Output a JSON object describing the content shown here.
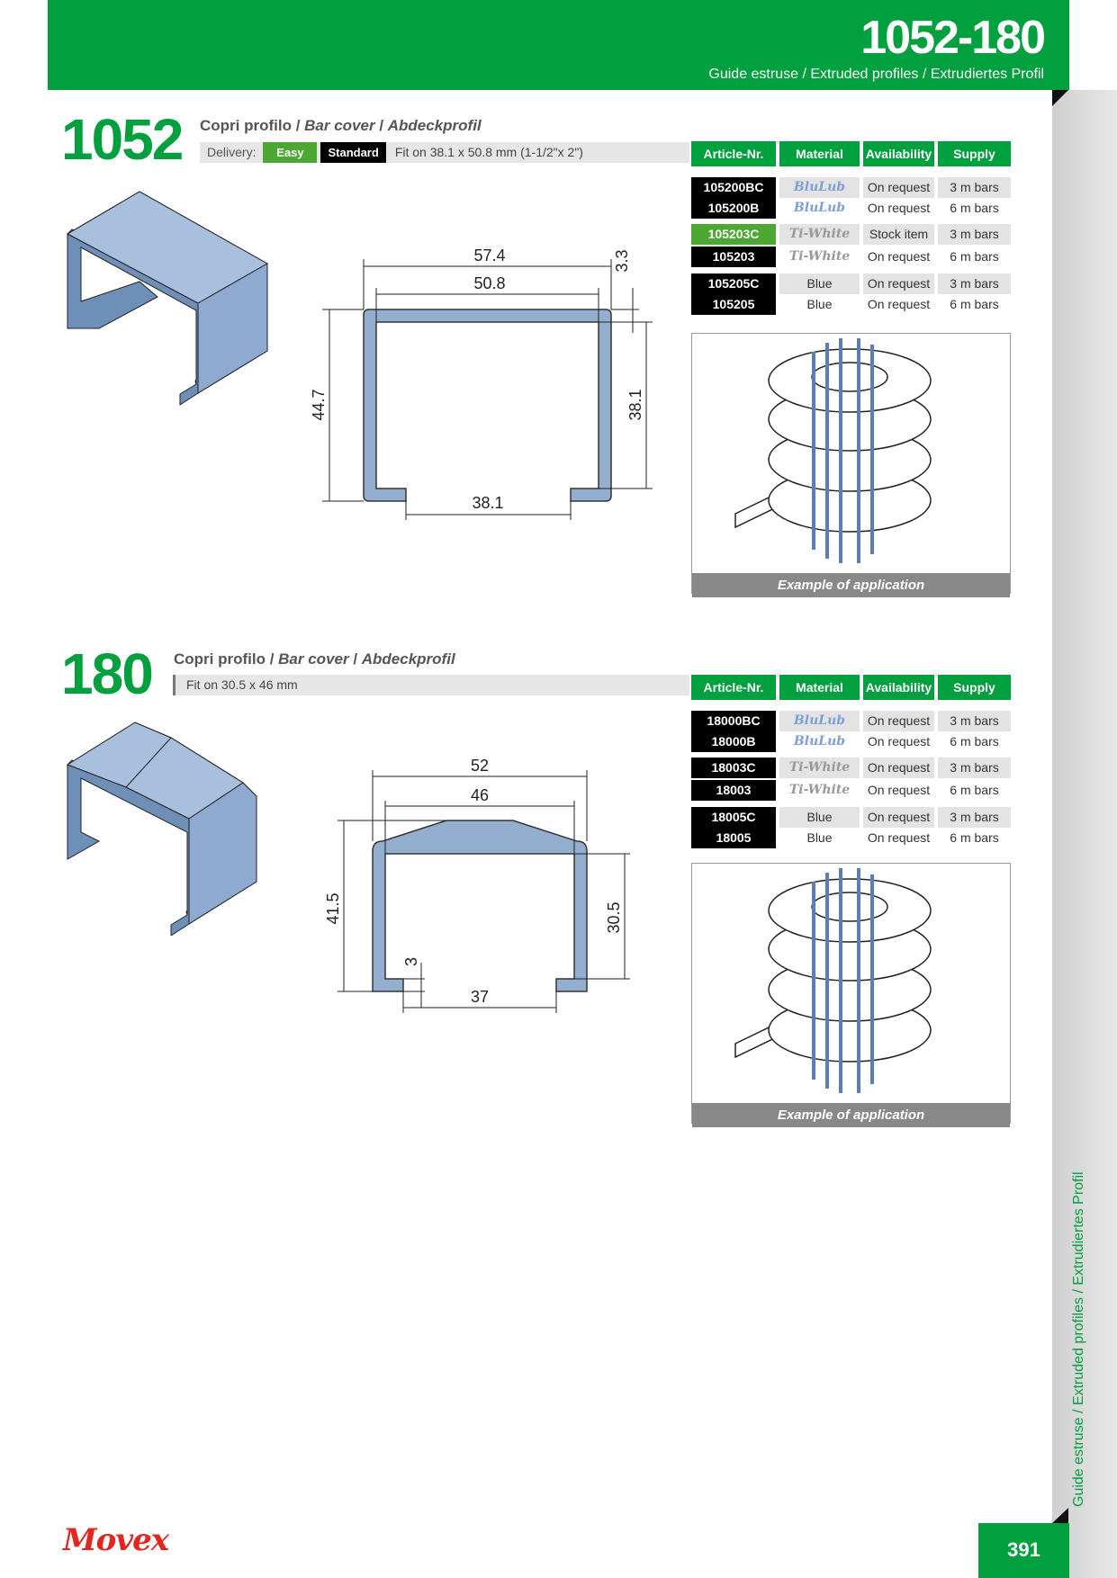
{
  "header": {
    "title": "1052-180",
    "subtitle": "Guide estruse / Extruded profiles / Extrudiertes Profil"
  },
  "side_label": "Guide estruse / Extruded profiles / Extrudiertes Profil",
  "table_headers": [
    "Article-Nr.",
    "Material",
    "Availability",
    "Supply"
  ],
  "sections": [
    {
      "number": "1052",
      "title_it": "Copri profilo",
      "title_en": "Bar cover",
      "title_de": "Abdeckprofil",
      "delivery_label": "Delivery:",
      "delivery_easy": "Easy",
      "delivery_standard": "Standard",
      "fit": "Fit on 38.1 x 50.8 mm (1-1/2\"x 2\")",
      "rows": [
        {
          "article": "105200BC",
          "material": "BluLub",
          "availability": "On request",
          "supply": "3 m bars"
        },
        {
          "article": "105200B",
          "material": "BluLub",
          "availability": "On request",
          "supply": "6 m bars"
        },
        {
          "article": "105203C",
          "material": "Ti-White",
          "availability": "Stock item",
          "supply": "3 m bars"
        },
        {
          "article": "105203",
          "material": "Ti-White",
          "availability": "On request",
          "supply": "6 m bars"
        },
        {
          "article": "105205C",
          "material": "Blue",
          "availability": "On request",
          "supply": "3 m bars"
        },
        {
          "article": "105205",
          "material": "Blue",
          "availability": "On request",
          "supply": "6 m bars"
        }
      ],
      "dims": {
        "outer_width": "57.4",
        "inner_width": "50.8",
        "height": "44.7",
        "inner_height": "38.1",
        "thickness": "3.3",
        "opening": "38.1"
      },
      "caption": "Example of application"
    },
    {
      "number": "180",
      "title_it": "Copri profilo",
      "title_en": "Bar cover",
      "title_de": "Abdeckprofil",
      "fit": "Fit on 30.5 x 46 mm",
      "rows": [
        {
          "article": "18000BC",
          "material": "BluLub",
          "availability": "On request",
          "supply": "3 m bars"
        },
        {
          "article": "18000B",
          "material": "BluLub",
          "availability": "On request",
          "supply": "6 m bars"
        },
        {
          "article": "18003C",
          "material": "Ti-White",
          "availability": "On request",
          "supply": "3 m bars"
        },
        {
          "article": "18003",
          "material": "Ti-White",
          "availability": "On request",
          "supply": "6 m bars"
        },
        {
          "article": "18005C",
          "material": "Blue",
          "availability": "On request",
          "supply": "3 m bars"
        },
        {
          "article": "18005",
          "material": "Blue",
          "availability": "On request",
          "supply": "6 m bars"
        }
      ],
      "dims": {
        "outer_width": "52",
        "inner_width": "46",
        "height": "41.5",
        "inner_height": "30.5",
        "lip": "3",
        "opening": "37"
      },
      "caption": "Example of application"
    }
  ],
  "footer": {
    "logo": "Movex",
    "page": "391"
  },
  "colors": {
    "brand_green": "#00a03e",
    "logo_red": "#e3261f",
    "profile_blue": "#94aed0"
  }
}
